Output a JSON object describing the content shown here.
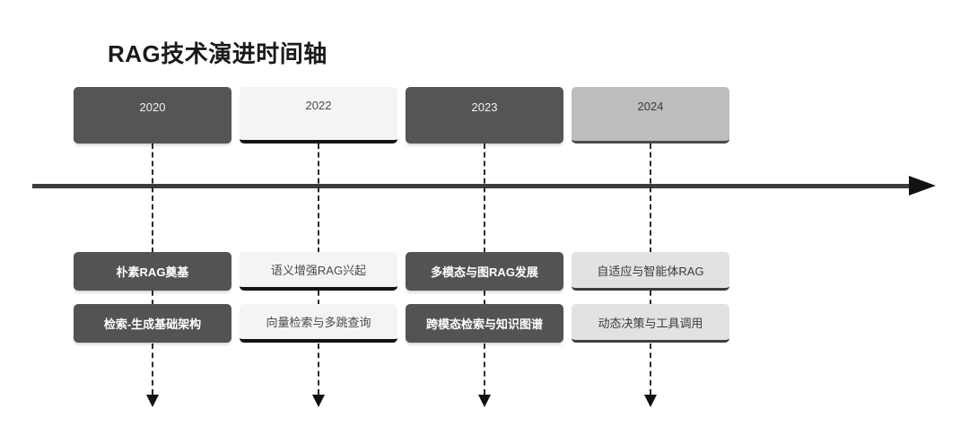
{
  "title": "RAG技术演进时间轴",
  "axis": {
    "name": "timeline-axis",
    "arrow_direction": "right",
    "color": "#3d3d3d"
  },
  "palette": {
    "dark": "#555555",
    "white": "#f4f4f4",
    "light": "#bdbdbd",
    "light_label": "#e2e2e2",
    "text_dark": "#1a1a1a",
    "text_light": "#ffffff",
    "rule": "#141414"
  },
  "milestones": [
    {
      "year": "2020",
      "tone": "dark",
      "headline": "朴素RAG奠基",
      "detail": "检索-生成基础架构"
    },
    {
      "year": "2022",
      "tone": "white",
      "headline": "语义增强RAG兴起",
      "detail": "向量检索与多跳查询"
    },
    {
      "year": "2023",
      "tone": "dark",
      "headline": "多模态与图RAG发展",
      "detail": "跨模态检索与知识图谱"
    },
    {
      "year": "2024",
      "tone": "light",
      "headline": "自适应与智能体RAG",
      "detail": "动态决策与工具调用"
    }
  ]
}
